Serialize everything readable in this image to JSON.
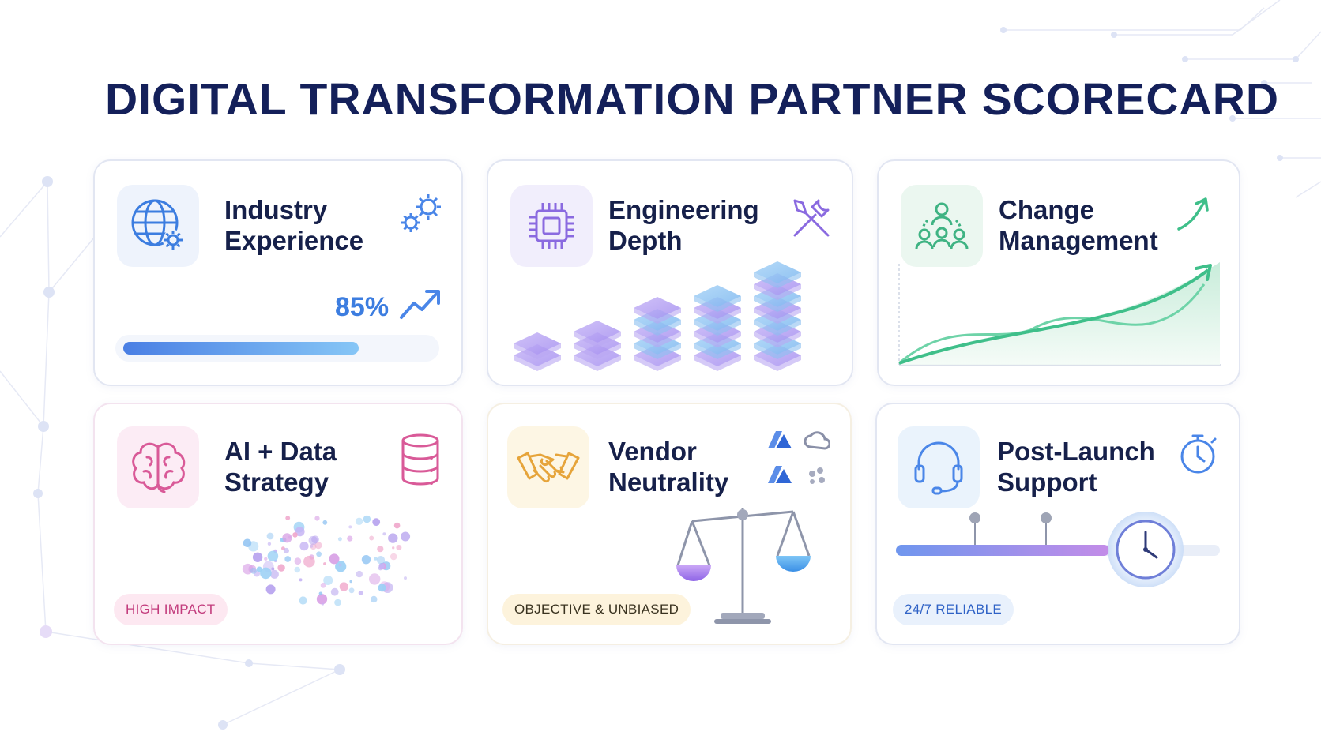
{
  "page": {
    "title": "DIGITAL TRANSFORMATION PARTNER SCORECARD"
  },
  "colors": {
    "title": "#14205a",
    "blue": "#4a86e8",
    "purple": "#a77de8",
    "green": "#3fbf8a",
    "pink": "#d95a98",
    "amber": "#e6a43a"
  },
  "cards": [
    {
      "key": "industry",
      "title_line1": "Industry",
      "title_line2": "Experience",
      "icon": "globe-gear-icon",
      "corner_icon": "gears-icon",
      "percent_label": "85%",
      "progress": 0.85
    },
    {
      "key": "engineering",
      "title_line1": "Engineering",
      "title_line2": "Depth",
      "icon": "chip-icon",
      "corner_icon": "wrench-screwdriver-icon"
    },
    {
      "key": "change",
      "title_line1": "Change",
      "title_line2": "Management",
      "icon": "team-icon",
      "corner_icon": "arrow-up-icon"
    },
    {
      "key": "ai",
      "title_line1": "AI + Data",
      "title_line2": "Strategy",
      "icon": "brain-icon",
      "corner_icon": "database-icon",
      "badge": "HIGH IMPACT"
    },
    {
      "key": "vendor",
      "title_line1": "Vendor",
      "title_line2": "Neutrality",
      "icon": "handshake-icon",
      "corner_icon": "cloud-logos-icon",
      "badge": "OBJECTIVE & UNBIASED"
    },
    {
      "key": "support",
      "title_line1": "Post-Launch",
      "title_line2": "Support",
      "icon": "headset-icon",
      "corner_icon": "stopwatch-icon",
      "badge": "24/7 RELIABLE"
    }
  ]
}
